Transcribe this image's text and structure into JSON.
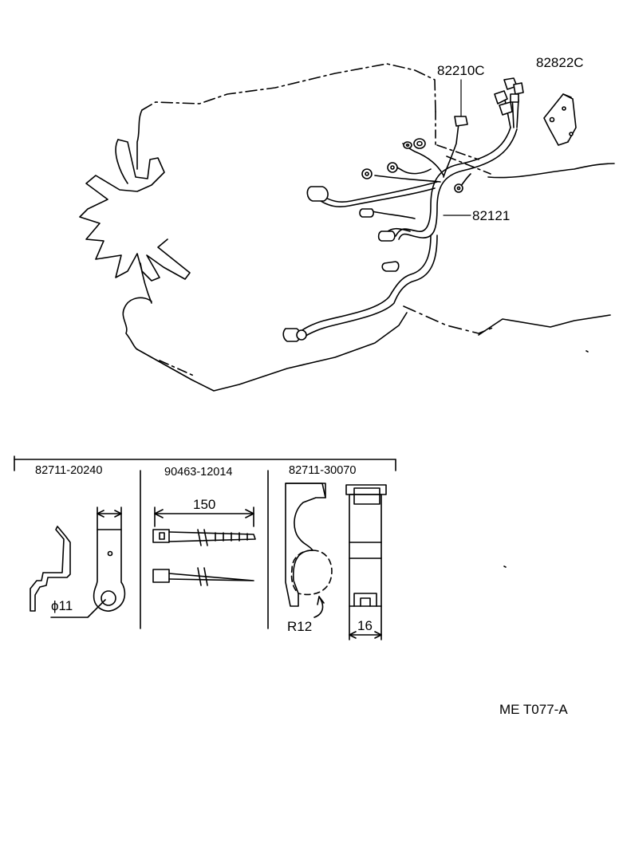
{
  "callouts": {
    "sensor": "82210C",
    "bracket": "82822C",
    "harness": "82121"
  },
  "parts_table": {
    "clamp": "82711-20240",
    "band": "90463-12014",
    "holder": "82711-30070"
  },
  "dimensions": {
    "hole": "ϕ11",
    "length": "150",
    "radius": "R12",
    "width": "16"
  },
  "figure_code": "ME T077-A"
}
